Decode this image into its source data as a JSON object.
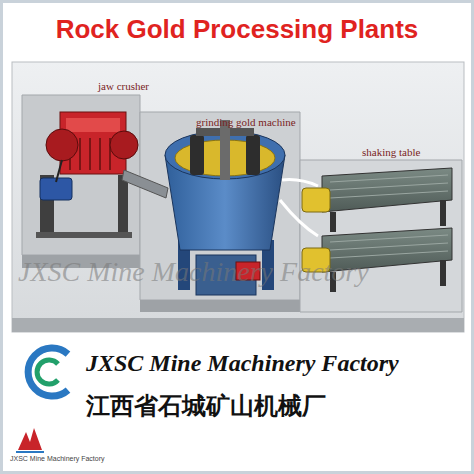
{
  "diagram": {
    "title": "Rock Gold Processing Plants",
    "labels": [
      "jaw crusher",
      "grinding gold machine",
      "shaking table",
      "JXSC Mine Machinery Factory",
      "JXSC Mine Machinery Factory",
      "江西省石城矿山机械厂",
      "JXSC Mine Machinery Factory"
    ]
  }
}
